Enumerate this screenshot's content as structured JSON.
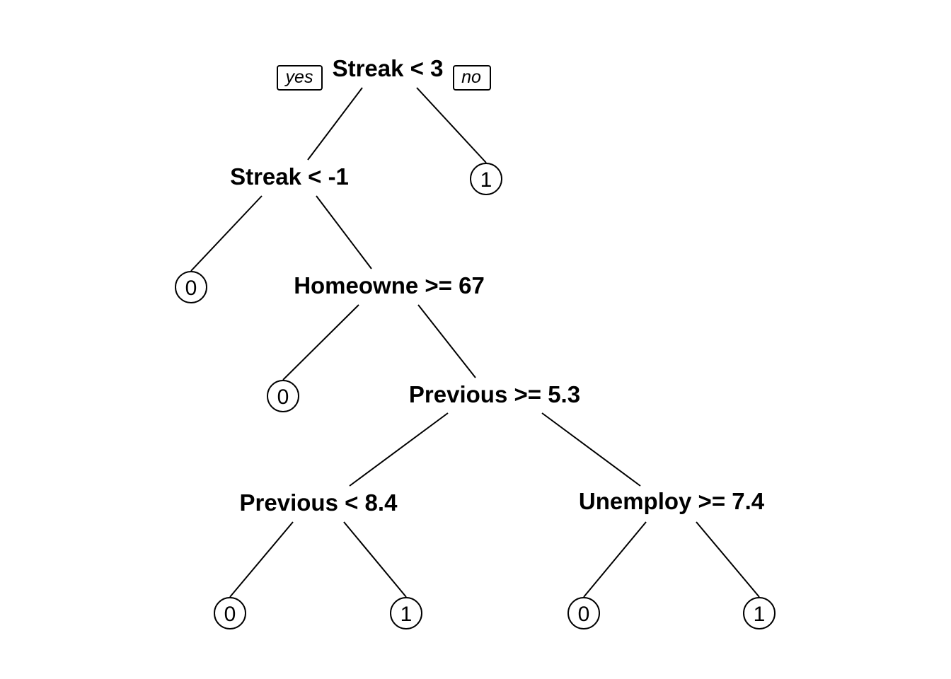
{
  "tree": {
    "branch_labels": {
      "yes": "yes",
      "no": "no"
    },
    "nodes": [
      {
        "id": "streak-lt-3",
        "type": "split",
        "label": "Streak < 3"
      },
      {
        "id": "streak-lt-minus1",
        "type": "split",
        "label": "Streak < -1"
      },
      {
        "id": "leaf-streak-ge-3",
        "type": "leaf",
        "label": "1"
      },
      {
        "id": "leaf-streak-lt-minus1",
        "type": "leaf",
        "label": "0"
      },
      {
        "id": "homeowne-ge-67",
        "type": "split",
        "label": "Homeowne >= 67"
      },
      {
        "id": "leaf-homeowne-ge-67",
        "type": "leaf",
        "label": "0"
      },
      {
        "id": "previous-ge-5-3",
        "type": "split",
        "label": "Previous >= 5.3"
      },
      {
        "id": "previous-lt-8-4",
        "type": "split",
        "label": "Previous < 8.4"
      },
      {
        "id": "unemploy-ge-7-4",
        "type": "split",
        "label": "Unemploy >= 7.4"
      },
      {
        "id": "leaf-previous-lt-8-4",
        "type": "leaf",
        "label": "0"
      },
      {
        "id": "leaf-previous-ge-8-4",
        "type": "leaf",
        "label": "1"
      },
      {
        "id": "leaf-unemploy-ge-7-4",
        "type": "leaf",
        "label": "0"
      },
      {
        "id": "leaf-unemploy-lt-7-4",
        "type": "leaf",
        "label": "1"
      }
    ]
  }
}
